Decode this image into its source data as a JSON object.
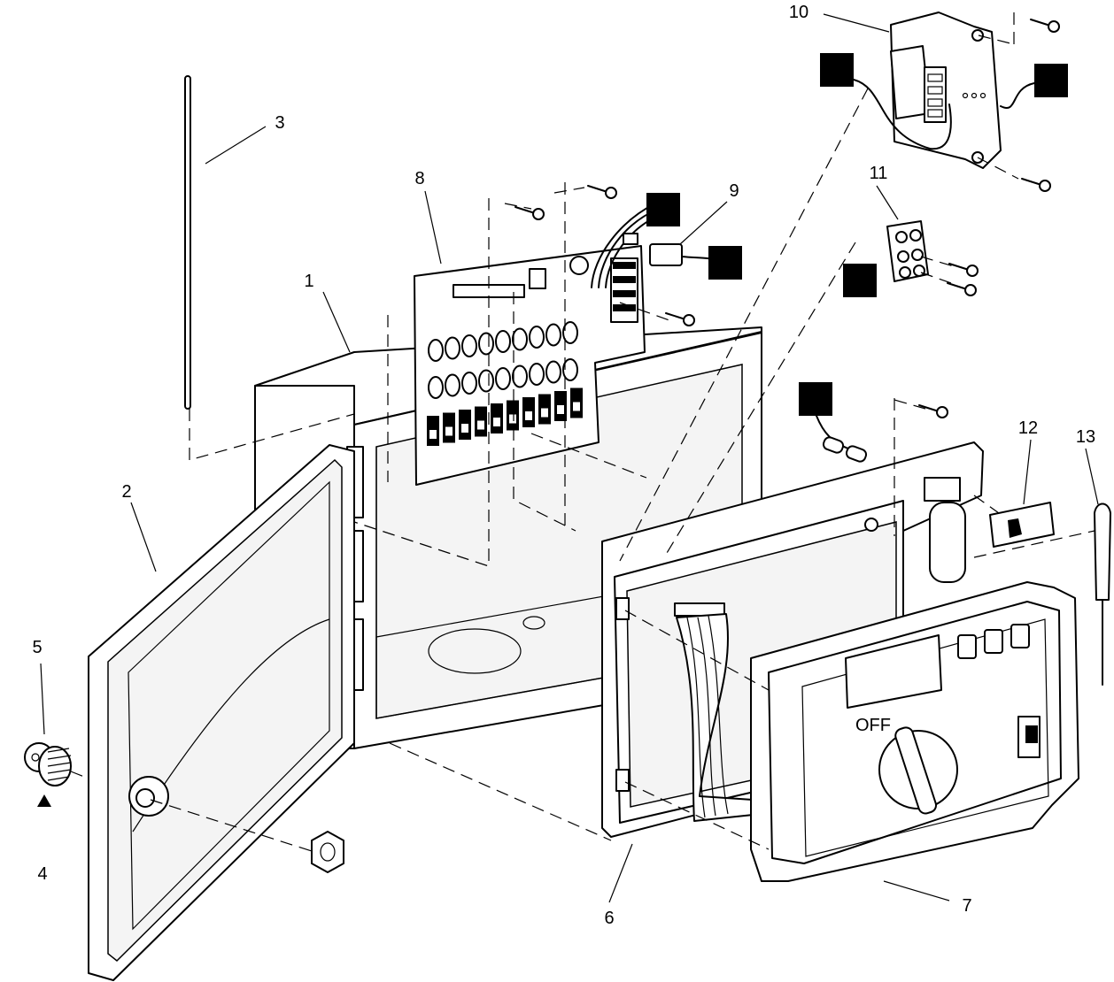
{
  "callouts": [
    {
      "id": "1",
      "text": "1"
    },
    {
      "id": "2",
      "text": "2"
    },
    {
      "id": "3",
      "text": "3"
    },
    {
      "id": "4",
      "text": "4"
    },
    {
      "id": "5",
      "text": "5"
    },
    {
      "id": "6",
      "text": "6"
    },
    {
      "id": "7",
      "text": "7"
    },
    {
      "id": "8",
      "text": "8"
    },
    {
      "id": "9",
      "text": "9"
    },
    {
      "id": "10",
      "text": "10"
    },
    {
      "id": "11",
      "text": "11"
    },
    {
      "id": "12",
      "text": "12"
    },
    {
      "id": "13",
      "text": "13"
    }
  ],
  "panel_text": {
    "off_label": "OFF"
  },
  "colors": {
    "line": "#000000",
    "background": "#ffffff",
    "marker": "#000000"
  }
}
